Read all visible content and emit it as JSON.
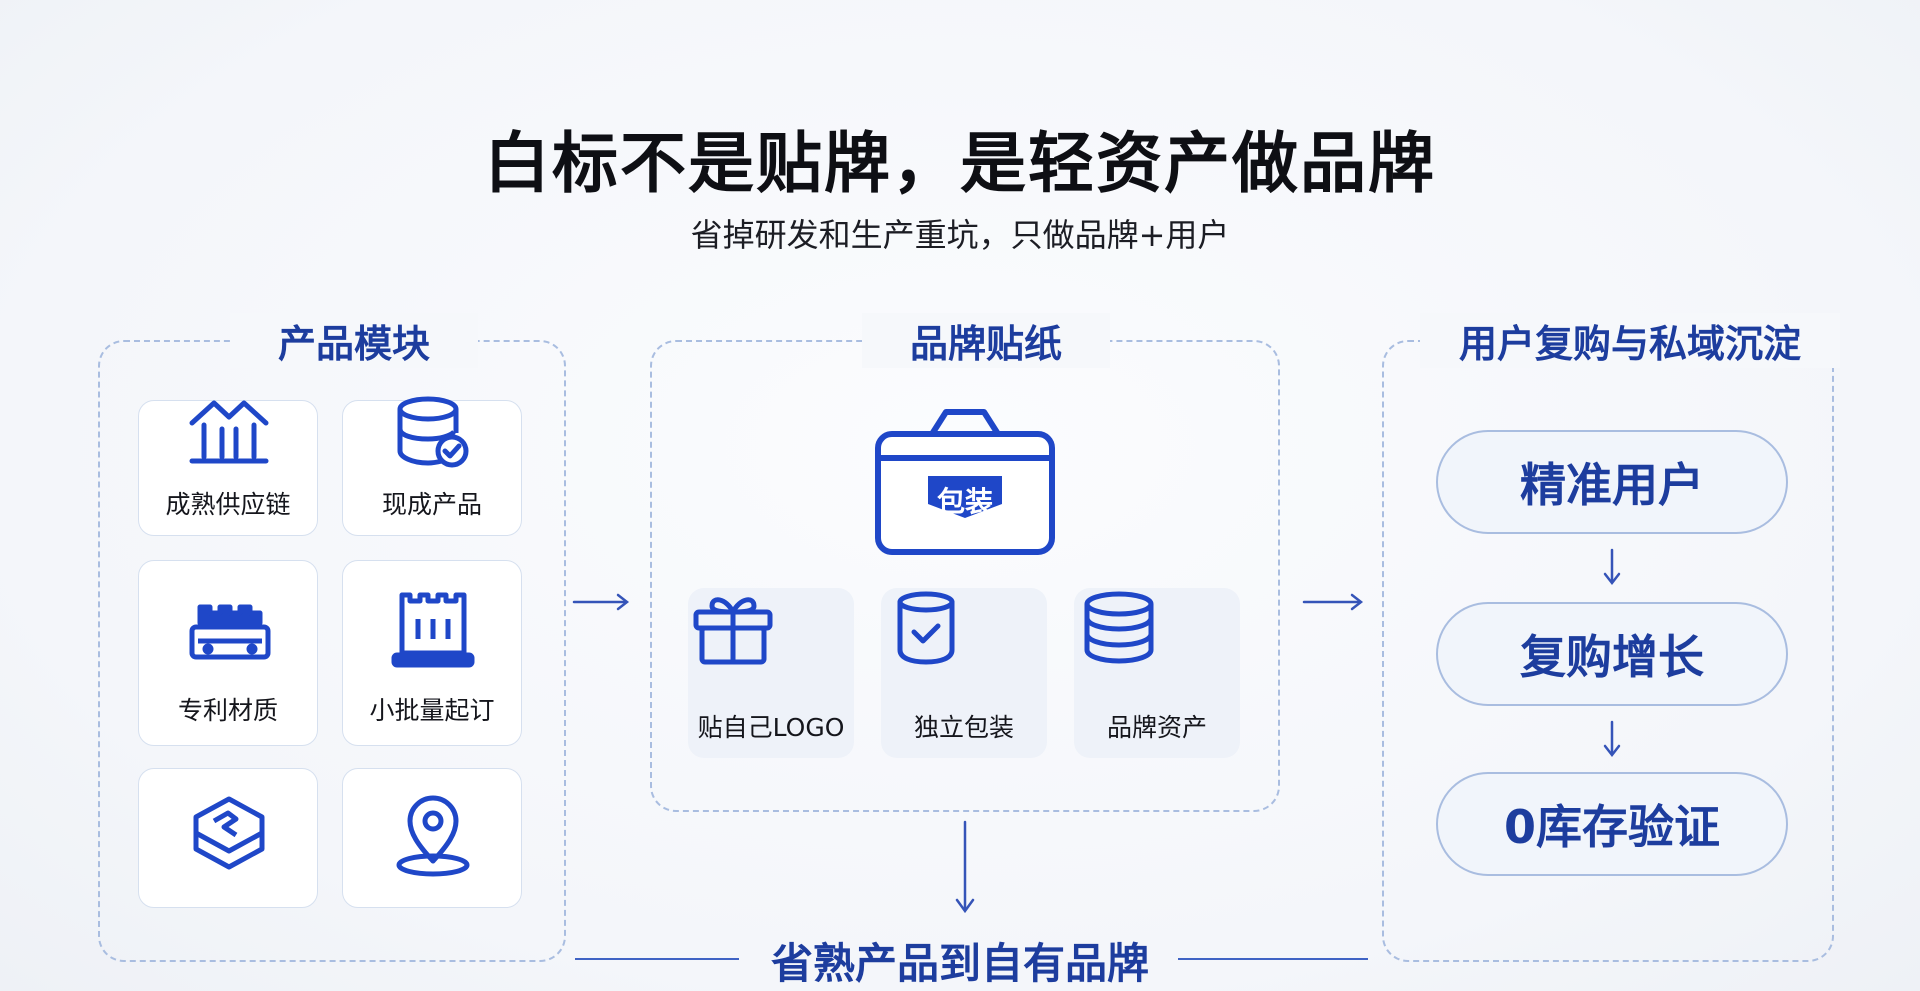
{
  "title": "白标不是贴牌，是轻资产做品牌",
  "subtitle": "省掉研发和生产重坑，只做品牌+用户",
  "panels": {
    "product": {
      "label": "产品模块",
      "tiles": [
        {
          "label": "成熟供应链",
          "icon": "factory-icon"
        },
        {
          "label": "现成产品",
          "icon": "database-check-icon"
        },
        {
          "label": "专利材质",
          "icon": "castle-icon"
        },
        {
          "label": "小批量起订",
          "icon": "building-icon"
        },
        {
          "label": "",
          "icon": "layered-hexagon-icon"
        },
        {
          "label": "",
          "icon": "location-pin-icon"
        }
      ]
    },
    "brand": {
      "label": "品牌贴纸",
      "badge": "包装",
      "tiles": [
        {
          "label": "贴自己LOGO",
          "icon": "gift-icon"
        },
        {
          "label": "独立包装",
          "icon": "jar-check-icon"
        },
        {
          "label": "品牌资产",
          "icon": "stack-icon"
        }
      ]
    },
    "user": {
      "label": "用户复购与私域沉淀",
      "steps": [
        "精准用户",
        "复购增长",
        "0库存验证"
      ]
    }
  },
  "bottom_label": "省熟产品到自有品牌",
  "colors": {
    "accent": "#1d3d9e",
    "icon_blue": "#1f47c8",
    "dashed_border": "#a9bde0"
  }
}
